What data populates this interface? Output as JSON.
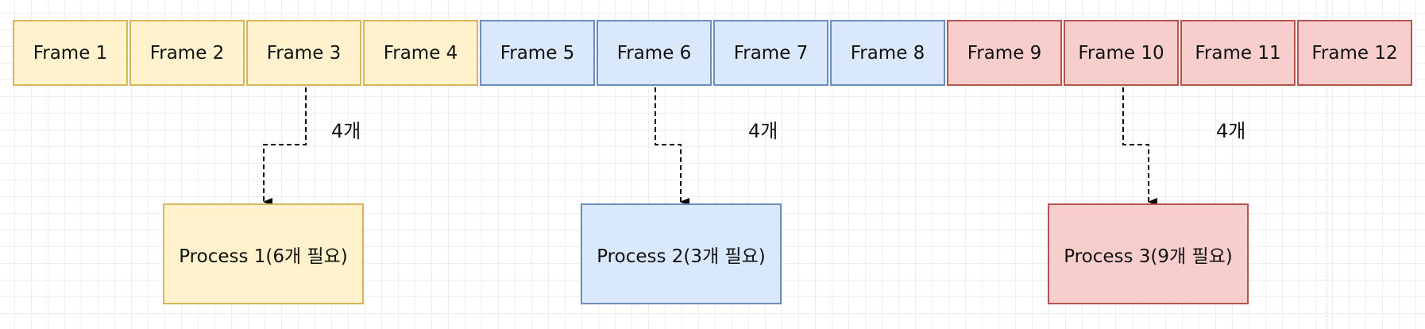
{
  "frames": [
    {
      "label": "Frame 1",
      "group": "yellow"
    },
    {
      "label": "Frame 2",
      "group": "yellow"
    },
    {
      "label": "Frame 3",
      "group": "yellow"
    },
    {
      "label": "Frame 4",
      "group": "yellow"
    },
    {
      "label": "Frame 5",
      "group": "blue"
    },
    {
      "label": "Frame 6",
      "group": "blue"
    },
    {
      "label": "Frame 7",
      "group": "blue"
    },
    {
      "label": "Frame 8",
      "group": "blue"
    },
    {
      "label": "Frame 9",
      "group": "red"
    },
    {
      "label": "Frame 10",
      "group": "red"
    },
    {
      "label": "Frame 11",
      "group": "red"
    },
    {
      "label": "Frame 12",
      "group": "red"
    }
  ],
  "processes": [
    {
      "label": "Process 1(6개 필요)",
      "group": "yellow",
      "count_label": "4개"
    },
    {
      "label": "Process 2(3개 필요)",
      "group": "blue",
      "count_label": "4개"
    },
    {
      "label": "Process 3(9개 필요)",
      "group": "red",
      "count_label": "4개"
    }
  ],
  "colors": {
    "yellow_fill": "#fff2cc",
    "yellow_stroke": "#d6b656",
    "blue_fill": "#dae8fc",
    "blue_stroke": "#6c8ebf",
    "red_fill": "#f8cecc",
    "red_stroke": "#b85450",
    "connector": "#000000"
  }
}
